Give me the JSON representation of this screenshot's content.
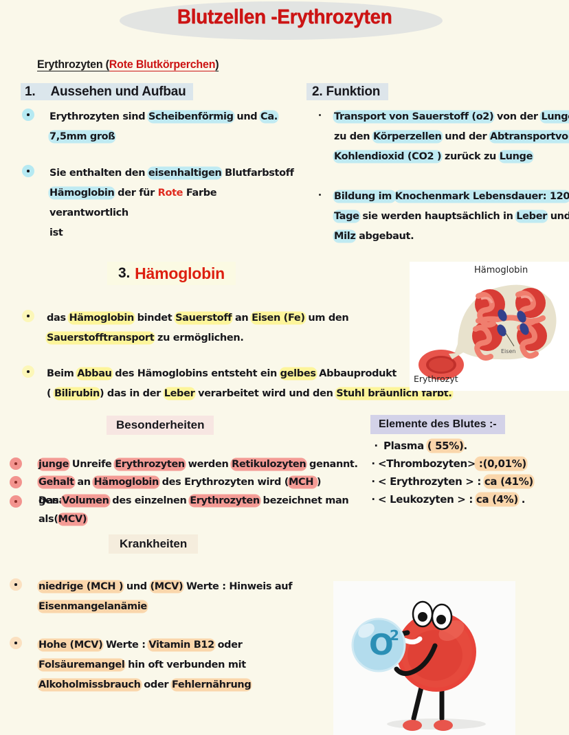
{
  "page": {
    "background_color": "#faf8ea",
    "title": "Blutzellen -Erythrozyten",
    "subtitle_part1": "Erythrozyten (",
    "subtitle_part2": "Rote Blutkörperchen",
    "subtitle_part3": ")"
  },
  "colors": {
    "title_red": "#cc1414",
    "title_ellipse": "#e2e4e2",
    "highlight_cyan": "#bfeaf2",
    "highlight_yellow": "#fdf59a",
    "highlight_pink": "#f49b95",
    "highlight_orange": "#fad6ab",
    "chip_blue": "#dbe6ec",
    "chip_yellow": "#fbfae3",
    "chip_pink": "#f7e6e2",
    "chip_lavender": "#d3d2e8",
    "chip_cream": "#f5eddd"
  },
  "sections": {
    "sec1": {
      "number": "1.",
      "title": "Aussehen und Aufbau",
      "bullets": [
        {
          "line1_a": "Erythrozyten sind ",
          "line1_b": "Scheibenförmig",
          "line1_c": " und ",
          "line1_d": "Ca.",
          "line2_a": "7,5mm groß"
        },
        {
          "line1_a": "Sie enthalten den ",
          "line1_b": "eisenhaltigen",
          "line1_c": " Blutfarbstoff",
          "line2_a": "Hämoglobin",
          "line2_b": " der für ",
          "line2_c": "Rote",
          "line2_d": " Farbe verantwortlich",
          "line3_a": "ist"
        }
      ]
    },
    "sec2": {
      "title": "2. Funktion",
      "bullets": [
        {
          "line1_a": "Transport von Sauerstoff (o2)",
          "line1_b": " von der ",
          "line1_c": "Lunge",
          "line2_a": "zu den ",
          "line2_b": "Körperzellen",
          "line2_c": " und der ",
          "line2_d": "Abtransportvon",
          "line3_a": "Kohlendioxid (CO2 )",
          "line3_b": " zurück zu ",
          "line3_c": "Lunge"
        },
        {
          "line1_a": "Bildung im ",
          "line1_b": "Knochenmark Lebensdauer: 120",
          "line2_a": "Tage",
          "line2_b": " sie werden hauptsächlich in ",
          "line2_c": "Leber",
          "line2_d": " und",
          "line3_a": "Milz",
          "line3_b": " abgebaut."
        }
      ]
    },
    "sec3": {
      "number": "3.",
      "title": "Hämoglobin",
      "bullets": [
        {
          "line1_a": "das ",
          "line1_b": "Hämoglobin",
          "line1_c": " bindet ",
          "line1_d": "Sauerstoff",
          "line1_e": " an ",
          "line1_f": "Eisen (Fe)",
          "line1_g": " um den",
          "line2_a": "Sauerstofftransport",
          "line2_b": " zu ermöglichen."
        },
        {
          "line1_a": "Beim ",
          "line1_b": "Abbau",
          "line1_c": " des Hämoglobins entsteht ein ",
          "line1_d": "gelbes",
          "line1_e": " Abbauprodukt",
          "line2_a": "( ",
          "line2_b": "Bilirubin",
          "line2_c": ") das in der ",
          "line2_d": "Leber",
          "line2_e": " verarbeitet wird und den ",
          "line2_f": "Stuhl bräunlich färbt."
        }
      ]
    },
    "besonderheiten": {
      "title": "Besonderheiten",
      "bullets": [
        {
          "a": "junge",
          "b": " Unreife ",
          "c": "Erythrozyten",
          "d": " werden ",
          "e": "Retikulozyten",
          "f": " genannt."
        },
        {
          "a": "Gehalt",
          "b": " an ",
          "c": "Hämoglobin",
          "d": " des Erythrozyten wird (",
          "e": "MCH ",
          "f": ") genannt"
        },
        {
          "a": "Das ",
          "b": "Volumen",
          "c": " des einzelnen ",
          "d": "Erythrozyten",
          "e": " bezeichnet man",
          "line2_a": "als(",
          "line2_b": "MCV)"
        }
      ]
    },
    "elemente": {
      "title": "Elemente  des Blutes :-",
      "items": [
        {
          "label": "Plasma ",
          "value": "( 55%)",
          "suffix": "."
        },
        {
          "label": "<Thrombozyten>",
          "value": " :(0,01%)",
          "suffix": ""
        },
        {
          "label": "< Erythrozyten > : ",
          "value": "ca (41%)",
          "suffix": ""
        },
        {
          "label": "< Leukozyten > : ",
          "value": "ca (4%)",
          "suffix": " ."
        }
      ]
    },
    "krankheiten": {
      "title": "Krankheiten",
      "bullets": [
        {
          "line1_a": "niedrige (MCH )",
          "line1_b": " und ",
          "line1_c": "(MCV)",
          "line1_d": " Werte : Hinweis auf",
          "line2_a": "Eisenmangelanämie"
        },
        {
          "line1_a": "Hohe (MCV)",
          "line1_b": " Werte : ",
          "line1_c": "Vitamin B12",
          "line1_d": " oder",
          "line2_a": "Folsäuremangel",
          "line2_b": " hin oft verbunden mit",
          "line3_a": "Alkoholmissbrauch",
          "line3_b": " oder ",
          "line3_c": "Fehlernährung"
        }
      ]
    }
  },
  "images": {
    "hemoglobin_diagram": {
      "label_top": "Hämoglobin",
      "label_inner": "Eisen",
      "label_bottom": "Erythrozyt"
    },
    "rbc_character": {
      "bubble_label": "O",
      "bubble_sup": "2"
    }
  }
}
